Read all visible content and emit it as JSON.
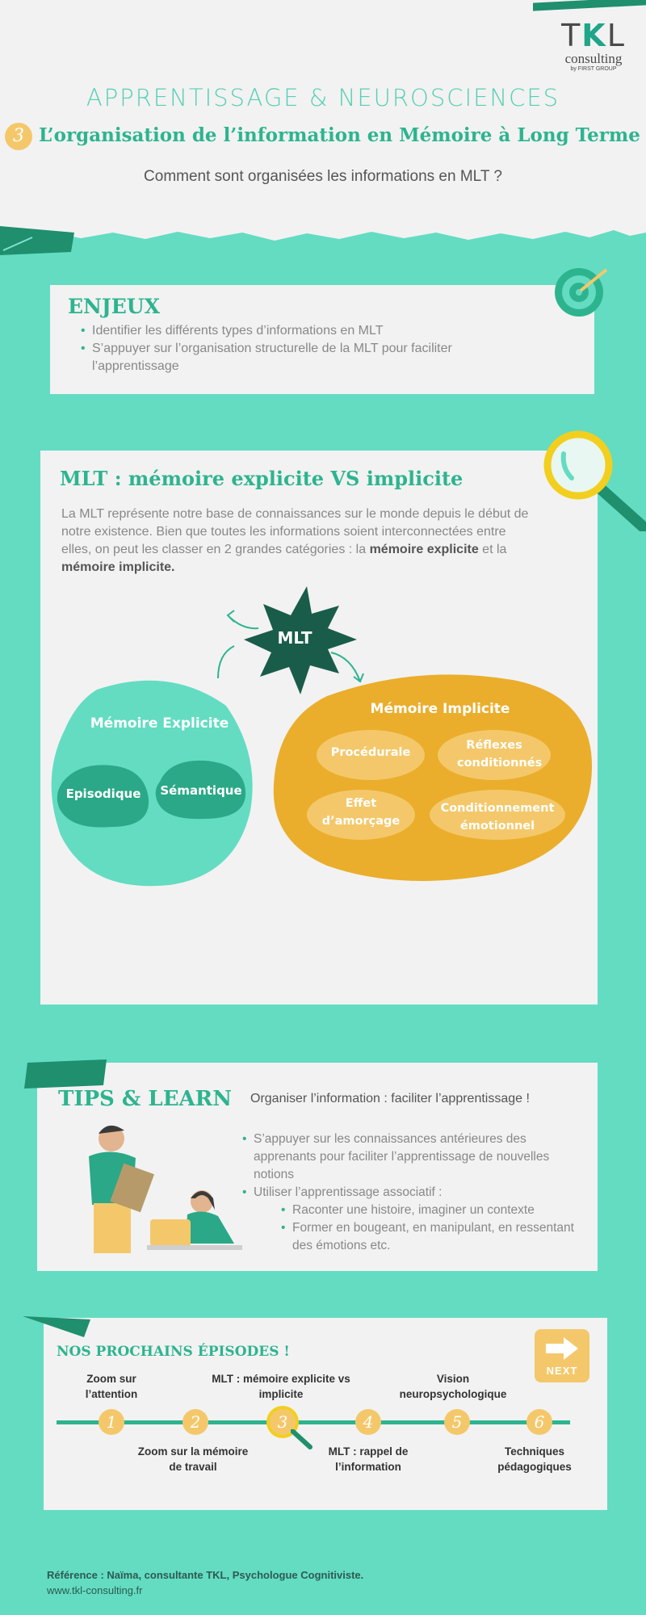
{
  "logo": {
    "t": "T",
    "k": "K",
    "l": "L",
    "sub": "consulting",
    "by": "by FIRST GROUP"
  },
  "header": {
    "title": "APPRENTISSAGE & NEUROSCIENCES",
    "episode_number": "3",
    "subtitle": "L’organisation de l’information en  Mémoire à Long Terme",
    "question": "Comment sont organisées les informations en MLT ?"
  },
  "enjeux": {
    "heading": "ENJEUX",
    "items": [
      "Identifier les différents types d’informations en MLT",
      "S’appuyer sur l’organisation  structurelle de la MLT pour faciliter l’apprentissage"
    ]
  },
  "mlt": {
    "heading": "MLT : mémoire explicite VS implicite",
    "intro_part1": "La MLT représente notre base de connaissances  sur le monde depuis le début de notre existence.  Bien que toutes les informations soient interconnectées entre elles, on peut les classer en 2 grandes catégories : la ",
    "intro_bold1": "mémoire  explicite",
    "intro_part2": "  et la ",
    "intro_bold2": "mémoire implicite.",
    "center_label": "MLT",
    "explicit": {
      "title": "Mémoire Explicite",
      "items": [
        "Episodique",
        "Sémantique"
      ]
    },
    "implicit": {
      "title": "Mémoire Implicite",
      "items": [
        "Procédurale",
        "Réflexes conditionnés",
        "Effet d’amorçage",
        "Conditionnement émotionnel"
      ]
    }
  },
  "tips": {
    "heading": "TIPS & LEARN",
    "tagline": "Organiser l’information : faciliter l’apprentissage !",
    "items": [
      "S’appuyer sur les connaissances  antérieures des apprenants pour faciliter l’apprentissage de nouvelles notions",
      "Utiliser l’apprentissage associatif :"
    ],
    "subitems": [
      "Raconter une histoire, imaginer un contexte",
      "Former en bougeant, en manipulant, en ressentant des émotions etc."
    ]
  },
  "next": {
    "heading": "NOS PROCHAINS  ÉPISODES !",
    "button_label": "NEXT",
    "steps": [
      {
        "num": "1",
        "label": "Zoom sur l’attention"
      },
      {
        "num": "2",
        "label": "Zoom sur la mémoire  de travail"
      },
      {
        "num": "3",
        "label": "MLT : mémoire  explicite vs implicite"
      },
      {
        "num": "4",
        "label": "MLT : rappel de l’information"
      },
      {
        "num": "5",
        "label": "Vision neuropsychologique"
      },
      {
        "num": "6",
        "label": "Techniques pédagogiques"
      }
    ]
  },
  "footer": {
    "reference": "Référence : Naïma, consultante  TKL, Psychologue  Cognitiviste.",
    "url": "www.tkl-consulting.fr"
  },
  "colors": {
    "teal": "#63dcc2",
    "dark_teal": "#1f8f6e",
    "accent_green": "#2db48f",
    "yellow": "#f4c86a",
    "orange": "#eaae2c",
    "paper": "#f2f2f2"
  }
}
